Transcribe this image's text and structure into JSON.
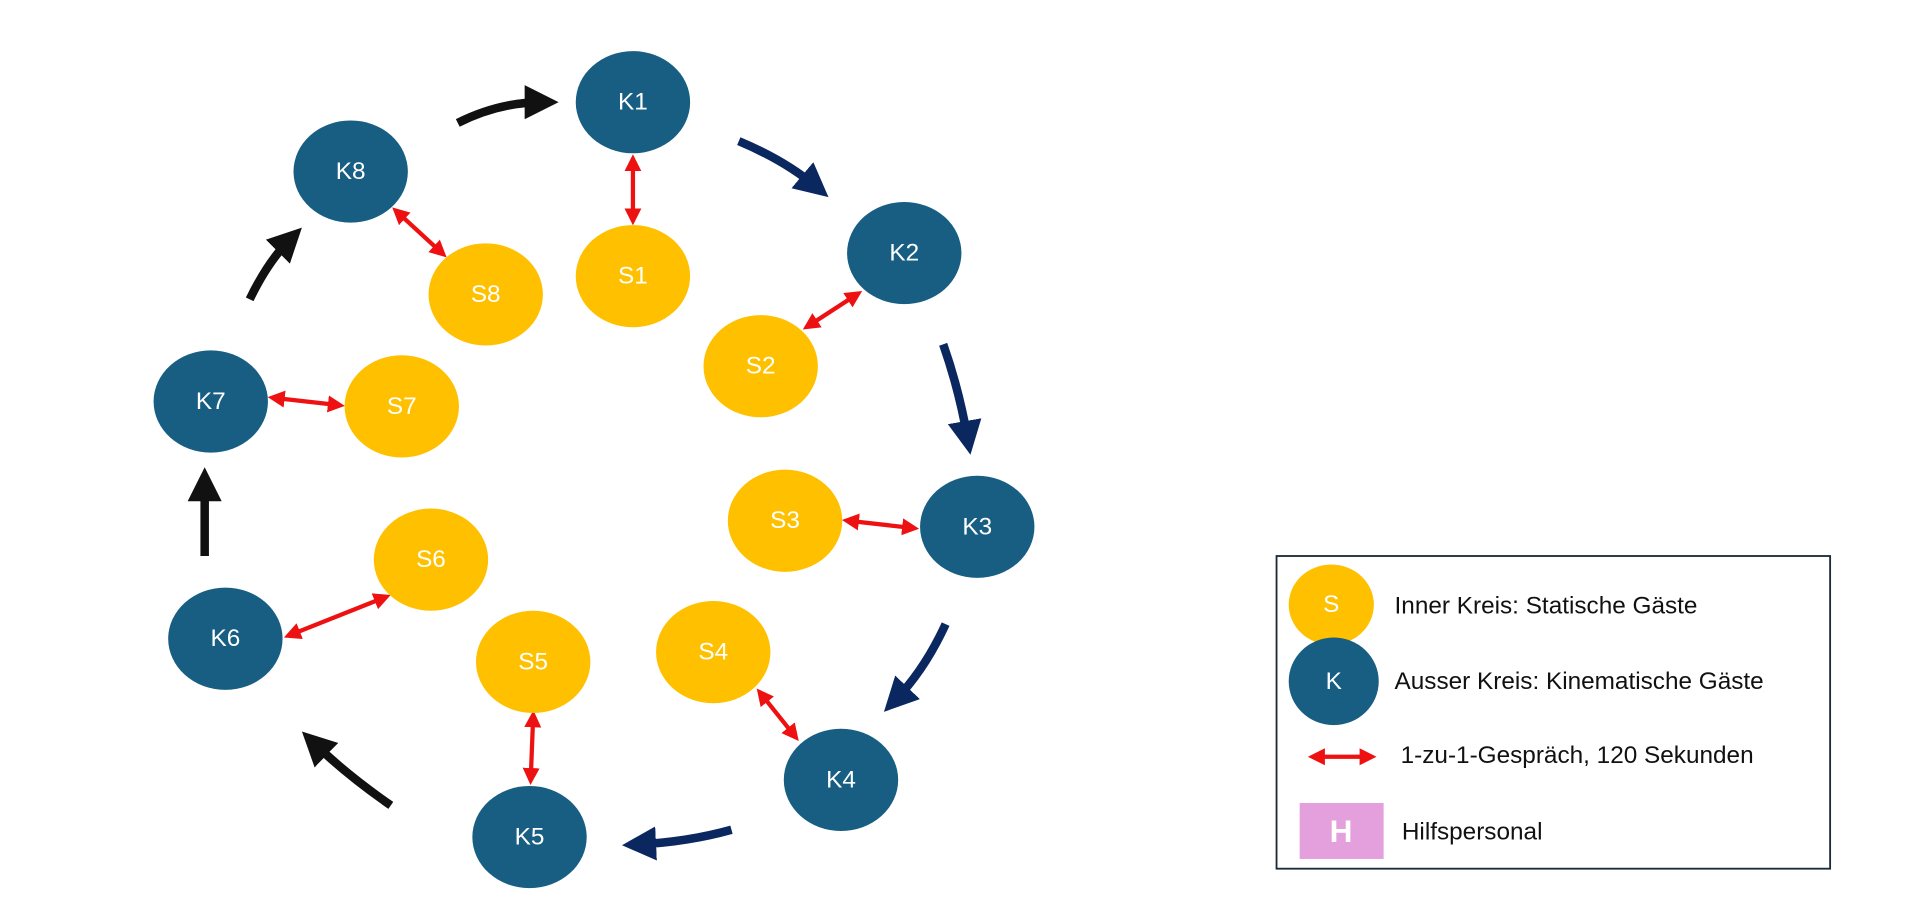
{
  "kinematic_nodes": [
    "K1",
    "K2",
    "K3",
    "K4",
    "K5",
    "K6",
    "K7",
    "K8"
  ],
  "static_nodes": [
    "S1",
    "S2",
    "S3",
    "S4",
    "S5",
    "S6",
    "S7",
    "S8"
  ],
  "legend": {
    "static_symbol": "S",
    "static_label": "Inner Kreis: Statische Gäste",
    "kinematic_symbol": "K",
    "kinematic_label": "Ausser Kreis: Kinematische Gäste",
    "conversation_label": "1-zu-1-Gespräch, 120 Sekunden",
    "helper_symbol": "H",
    "helper_label": "Hilfspersonal"
  },
  "colors": {
    "kinematic": "#175e82",
    "static": "#ffc000",
    "conversation": "#ee1111",
    "helper": "#e4a0dc",
    "rotation_navy": "#0b2760",
    "rotation_black": "#111111"
  }
}
